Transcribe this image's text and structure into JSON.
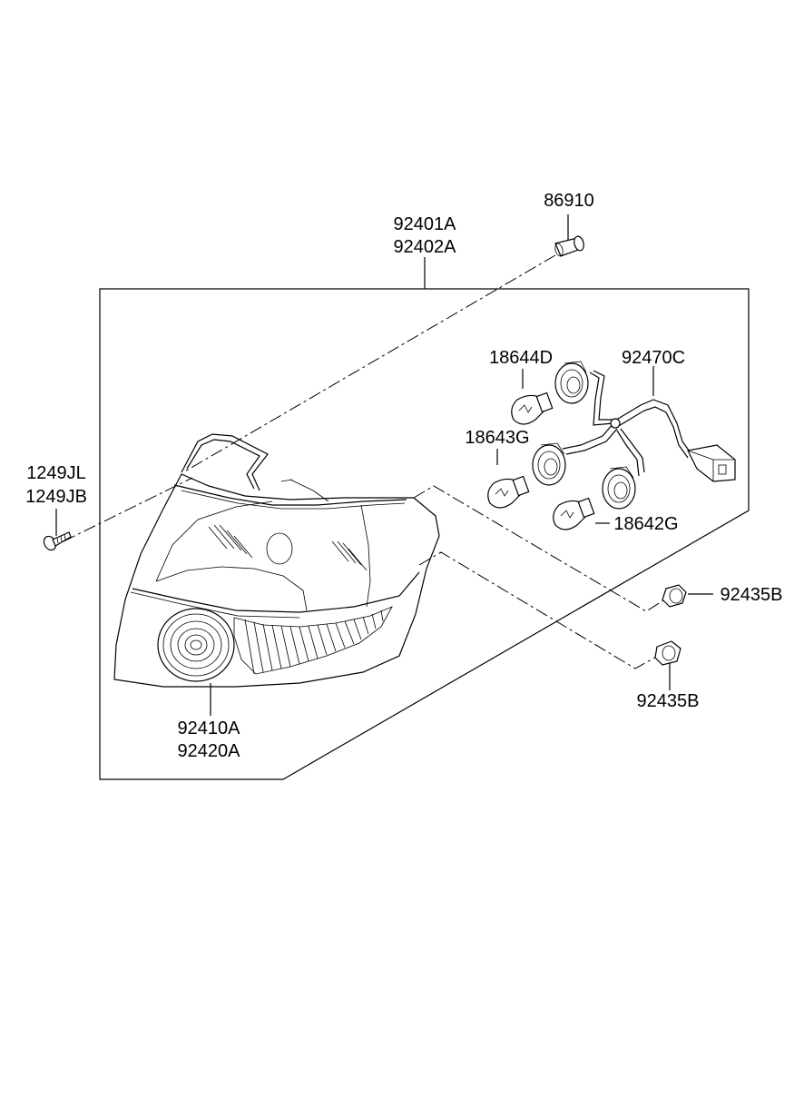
{
  "labels": {
    "clip_top": "86910",
    "housing_1": "92401A",
    "housing_2": "92402A",
    "screw_1": "1249JL",
    "screw_2": "1249JB",
    "bulb_a": "18644D",
    "bulb_b": "18643G",
    "bulb_c": "18642G",
    "harness": "92470C",
    "nut_1": "92435B",
    "nut_2": "92435B",
    "lens_1": "92410A",
    "lens_2": "92420A"
  }
}
